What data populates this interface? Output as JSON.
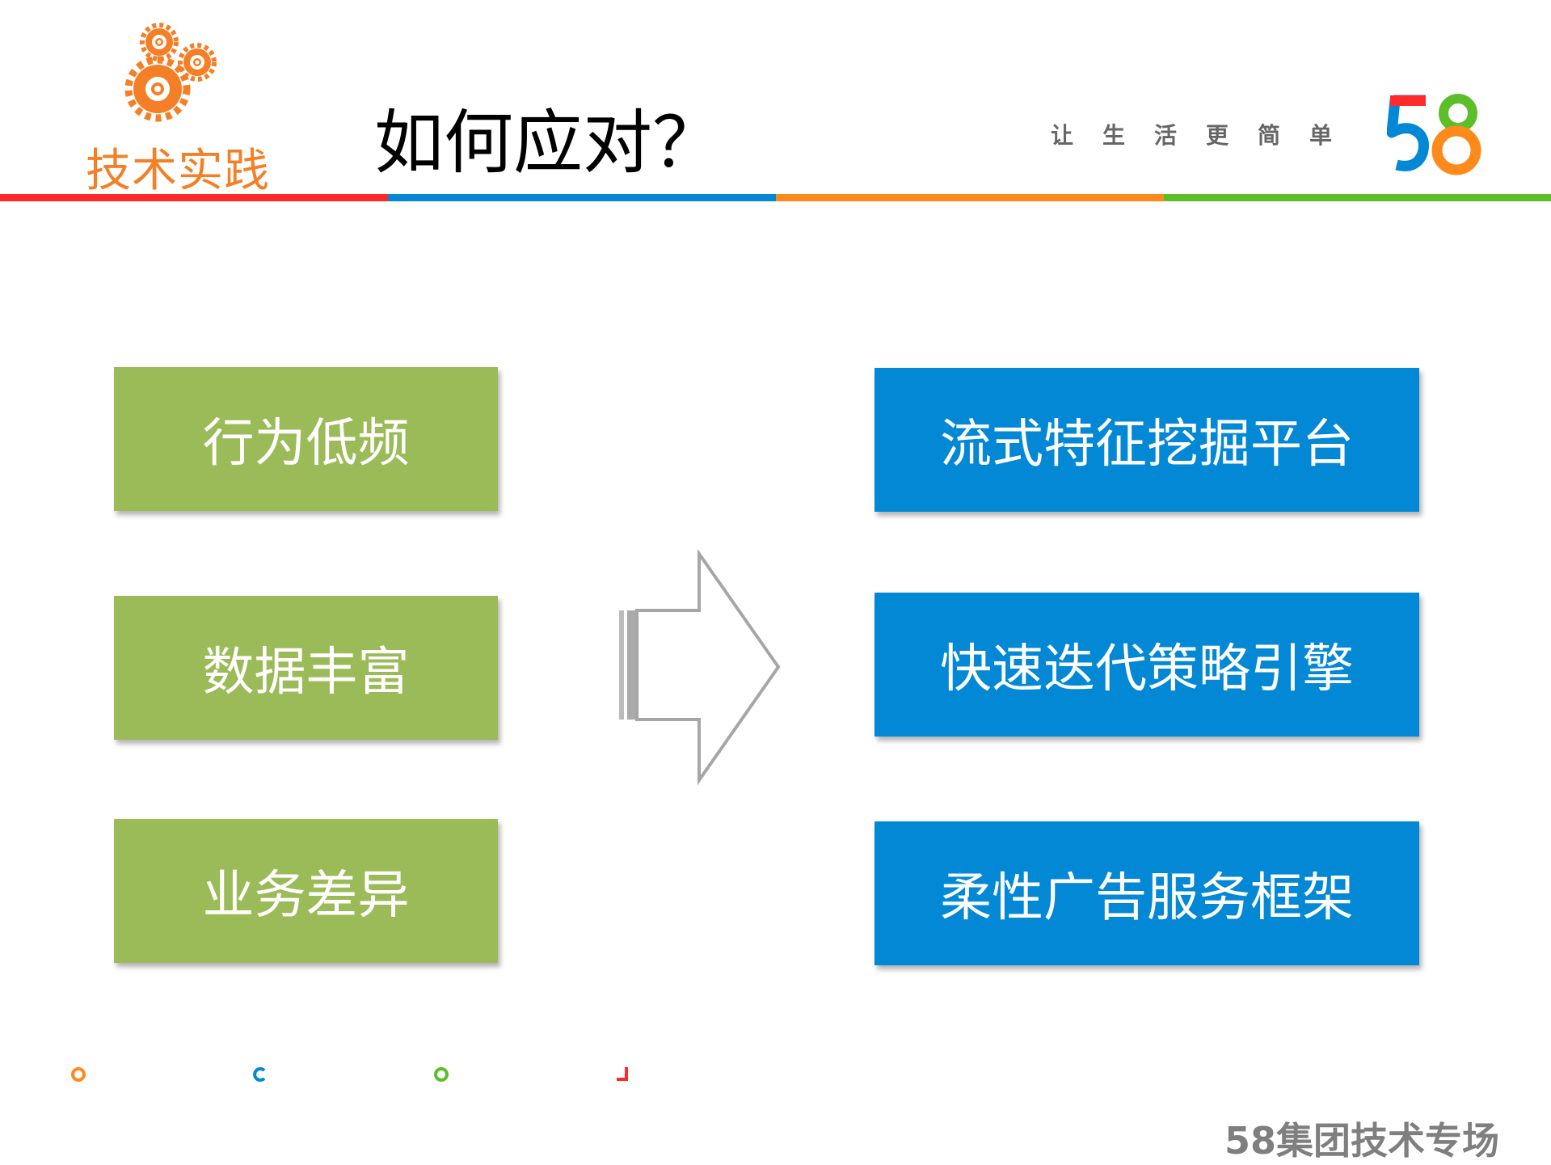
{
  "header": {
    "section_label": "技术实践",
    "title": "如何应对？",
    "slogan": "让生活更简单",
    "logo_text": "58",
    "rule_colors": [
      "#ff2a2a",
      "#0288d5",
      "#ff8a1c",
      "#5cbf2a"
    ]
  },
  "problems": [
    {
      "label": "行为低频"
    },
    {
      "label": "数据丰富"
    },
    {
      "label": "业务差异"
    }
  ],
  "solutions": [
    {
      "label": "流式特征挖掘平台"
    },
    {
      "label": "快速迭代策略引擎"
    },
    {
      "label": "柔性广告服务框架"
    }
  ],
  "colors": {
    "problem_box": "#9bbb59",
    "solution_box": "#0288d5",
    "accent": "#f47f26"
  },
  "footer": {
    "text": "58集团技术专场"
  }
}
